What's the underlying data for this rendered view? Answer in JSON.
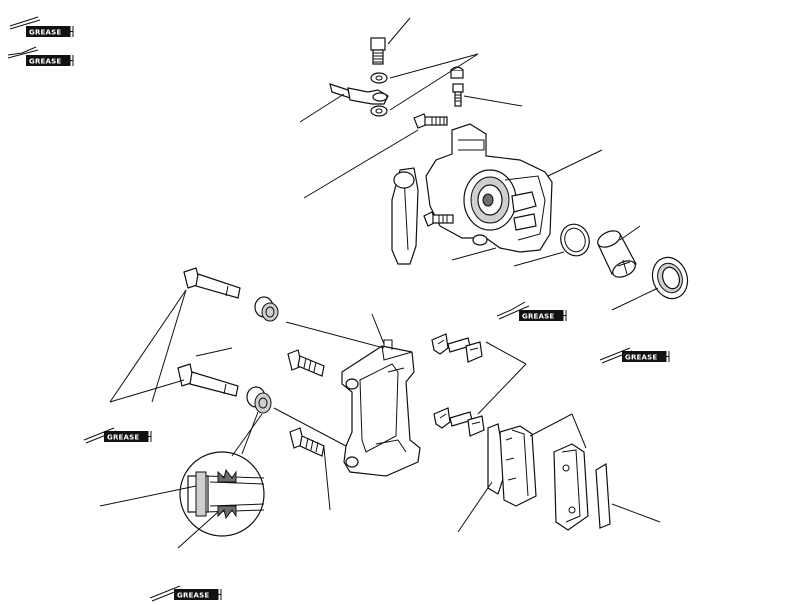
{
  "grease_tag_text": "GREASE",
  "grease_tags": [
    {
      "id": "legend-1"
    },
    {
      "id": "legend-2"
    },
    {
      "id": "piston"
    },
    {
      "id": "slide-pin"
    },
    {
      "id": "pad-shim"
    },
    {
      "id": "caliper-bracket"
    },
    {
      "id": "bottom"
    }
  ]
}
